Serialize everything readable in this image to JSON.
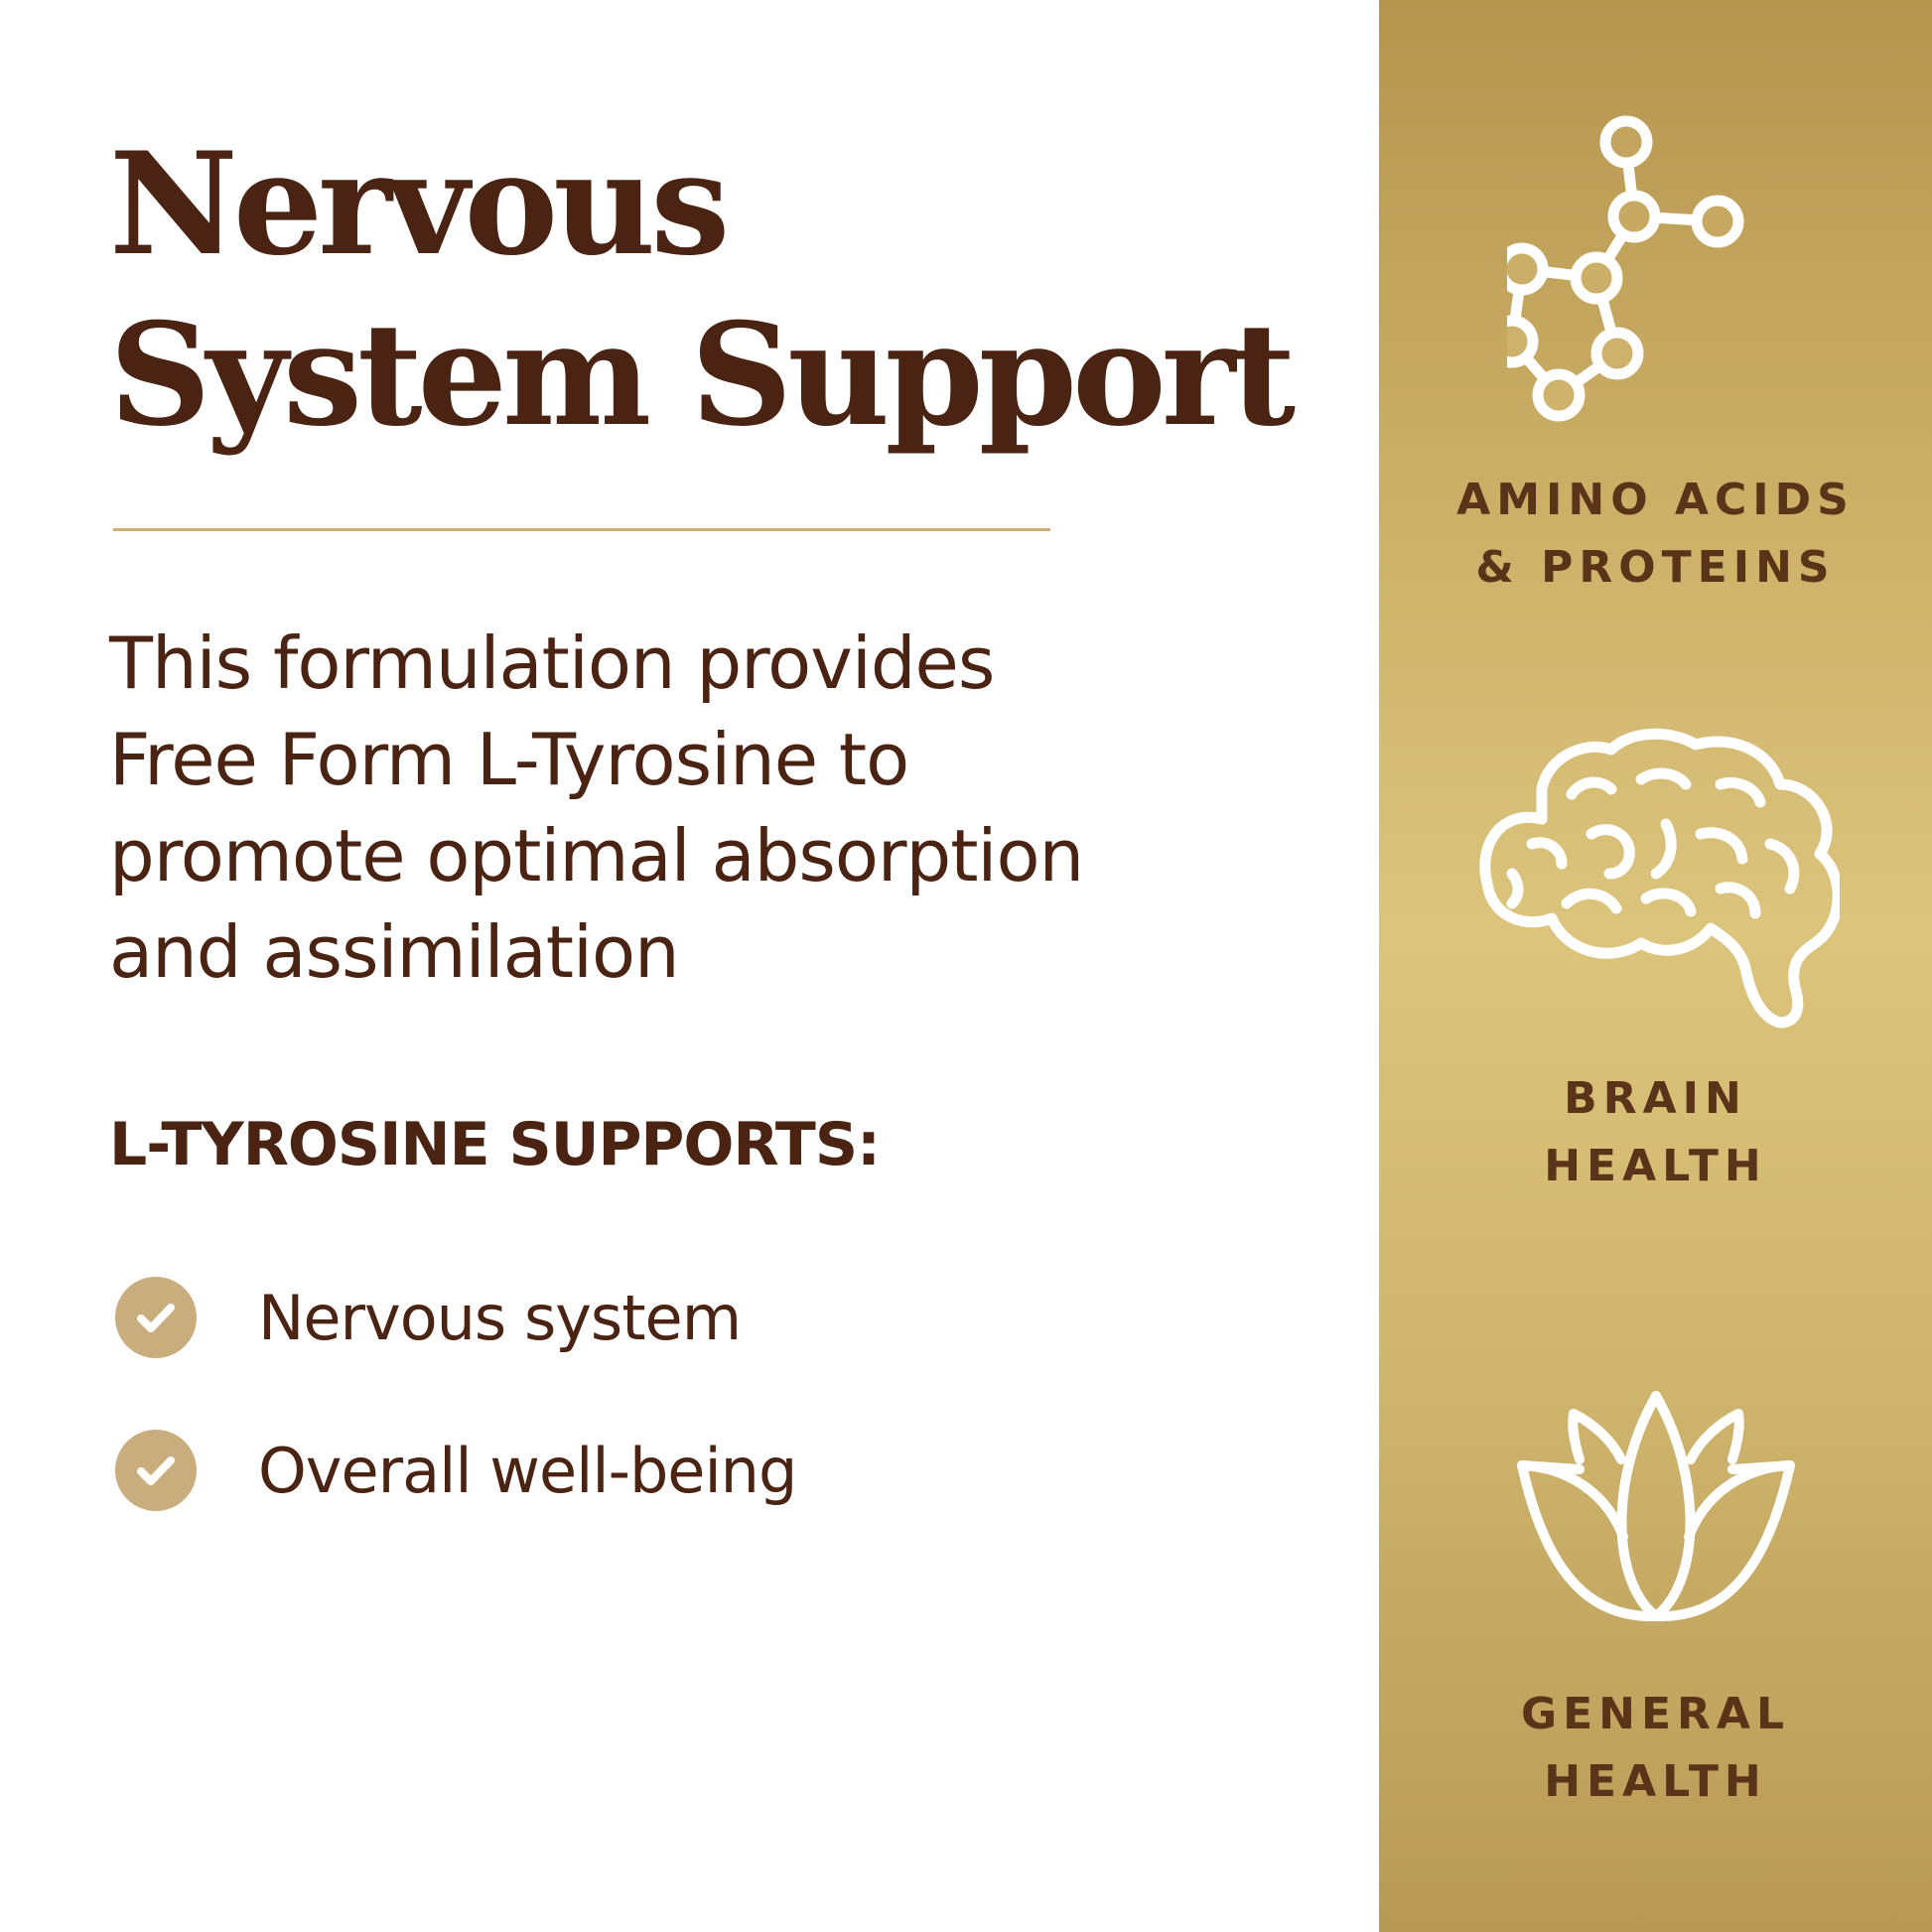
{
  "headline": {
    "line1": "Nervous",
    "line2": "System Support"
  },
  "description": {
    "line1": "This formulation provides",
    "line2": "Free Form L-Tyrosine to",
    "line3": "promote optimal absorption",
    "line4": "and assimilation"
  },
  "supports": {
    "title": "L-TYROSINE SUPPORTS:",
    "items": [
      {
        "label": "Nervous system",
        "icon": "check-circle-icon"
      },
      {
        "label": "Overall well-being",
        "icon": "check-circle-icon"
      }
    ]
  },
  "features": [
    {
      "icon": "molecule-icon",
      "line1": "AMINO ACIDS",
      "line2": "& PROTEINS"
    },
    {
      "icon": "brain-icon",
      "line1": "BRAIN",
      "line2": "HEALTH"
    },
    {
      "icon": "lotus-icon",
      "line1": "GENERAL",
      "line2": "HEALTH"
    }
  ],
  "colors": {
    "text_dark_brown": "#4a2312",
    "divider_gold": "#c9b079",
    "check_tan": "#c9ad7d",
    "sidebar_gold": "#d4bb73",
    "sidebar_label_brown": "#5a3418"
  }
}
